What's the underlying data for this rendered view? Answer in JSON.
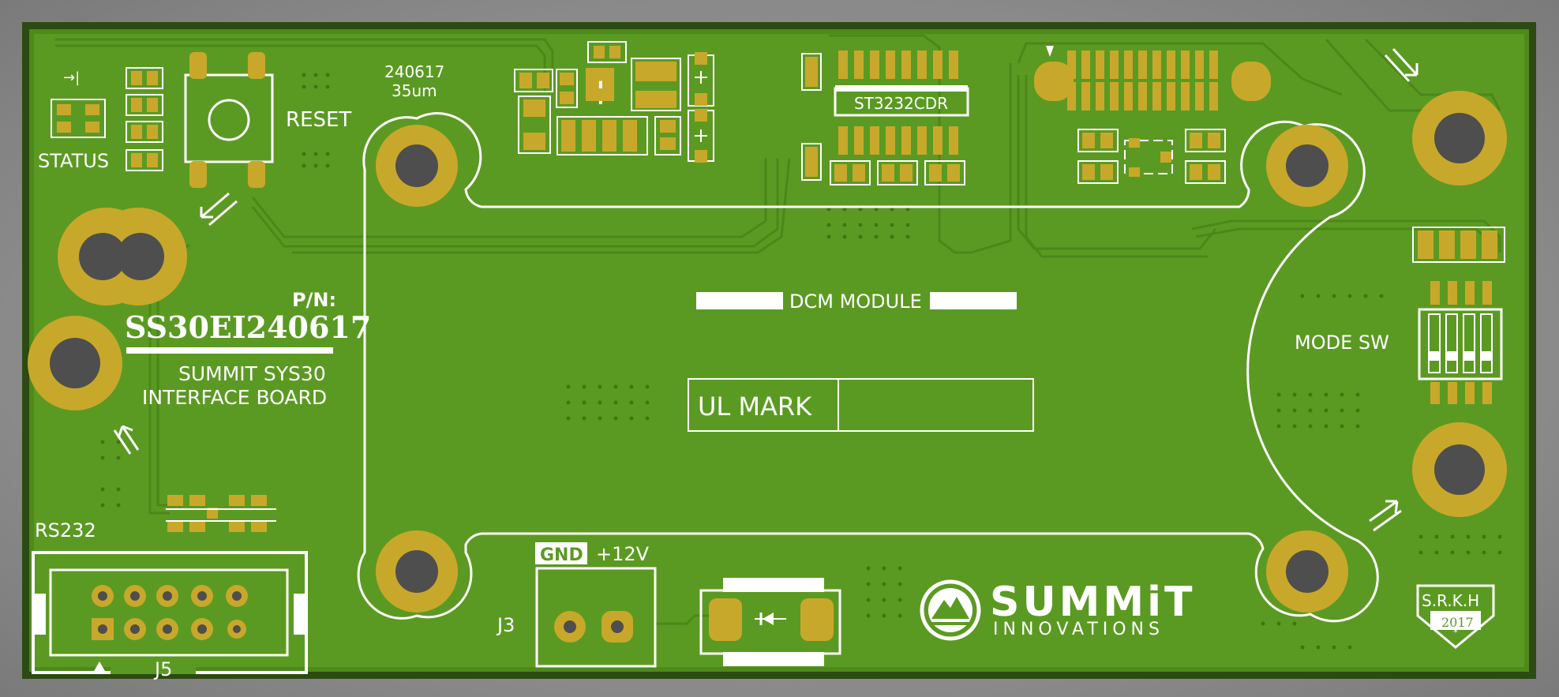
{
  "board": {
    "part_number_label": "P/N:",
    "part_number": "SS30EI240617",
    "product_line1": "SUMMIT SYS30",
    "product_line2": "INTERFACE BOARD",
    "date_code": "240617",
    "copper_thickness": "35um",
    "center_label": "DCM MODULE",
    "ul_mark": "UL MARK",
    "colors": {
      "solder_mask": "#5b9a22",
      "silkscreen": "#ffffff",
      "pad_gold": "#c8a82a",
      "drill": "#4e4e4e"
    }
  },
  "labels": {
    "status": "STATUS",
    "reset": "RESET",
    "rs232": "RS232",
    "j5": "J5",
    "j3": "J3",
    "gnd": "GND",
    "plus12v": "+12V",
    "chip": "ST3232CDR",
    "mode_sw": "MODE SW"
  },
  "logo": {
    "line1": "SUMMiT",
    "line2": "INNOVATIONS",
    "icon": "mountain-logo-icon"
  },
  "badge": {
    "initials": "S.R.K.H",
    "year": "2017",
    "icon": "shield-badge-icon"
  }
}
